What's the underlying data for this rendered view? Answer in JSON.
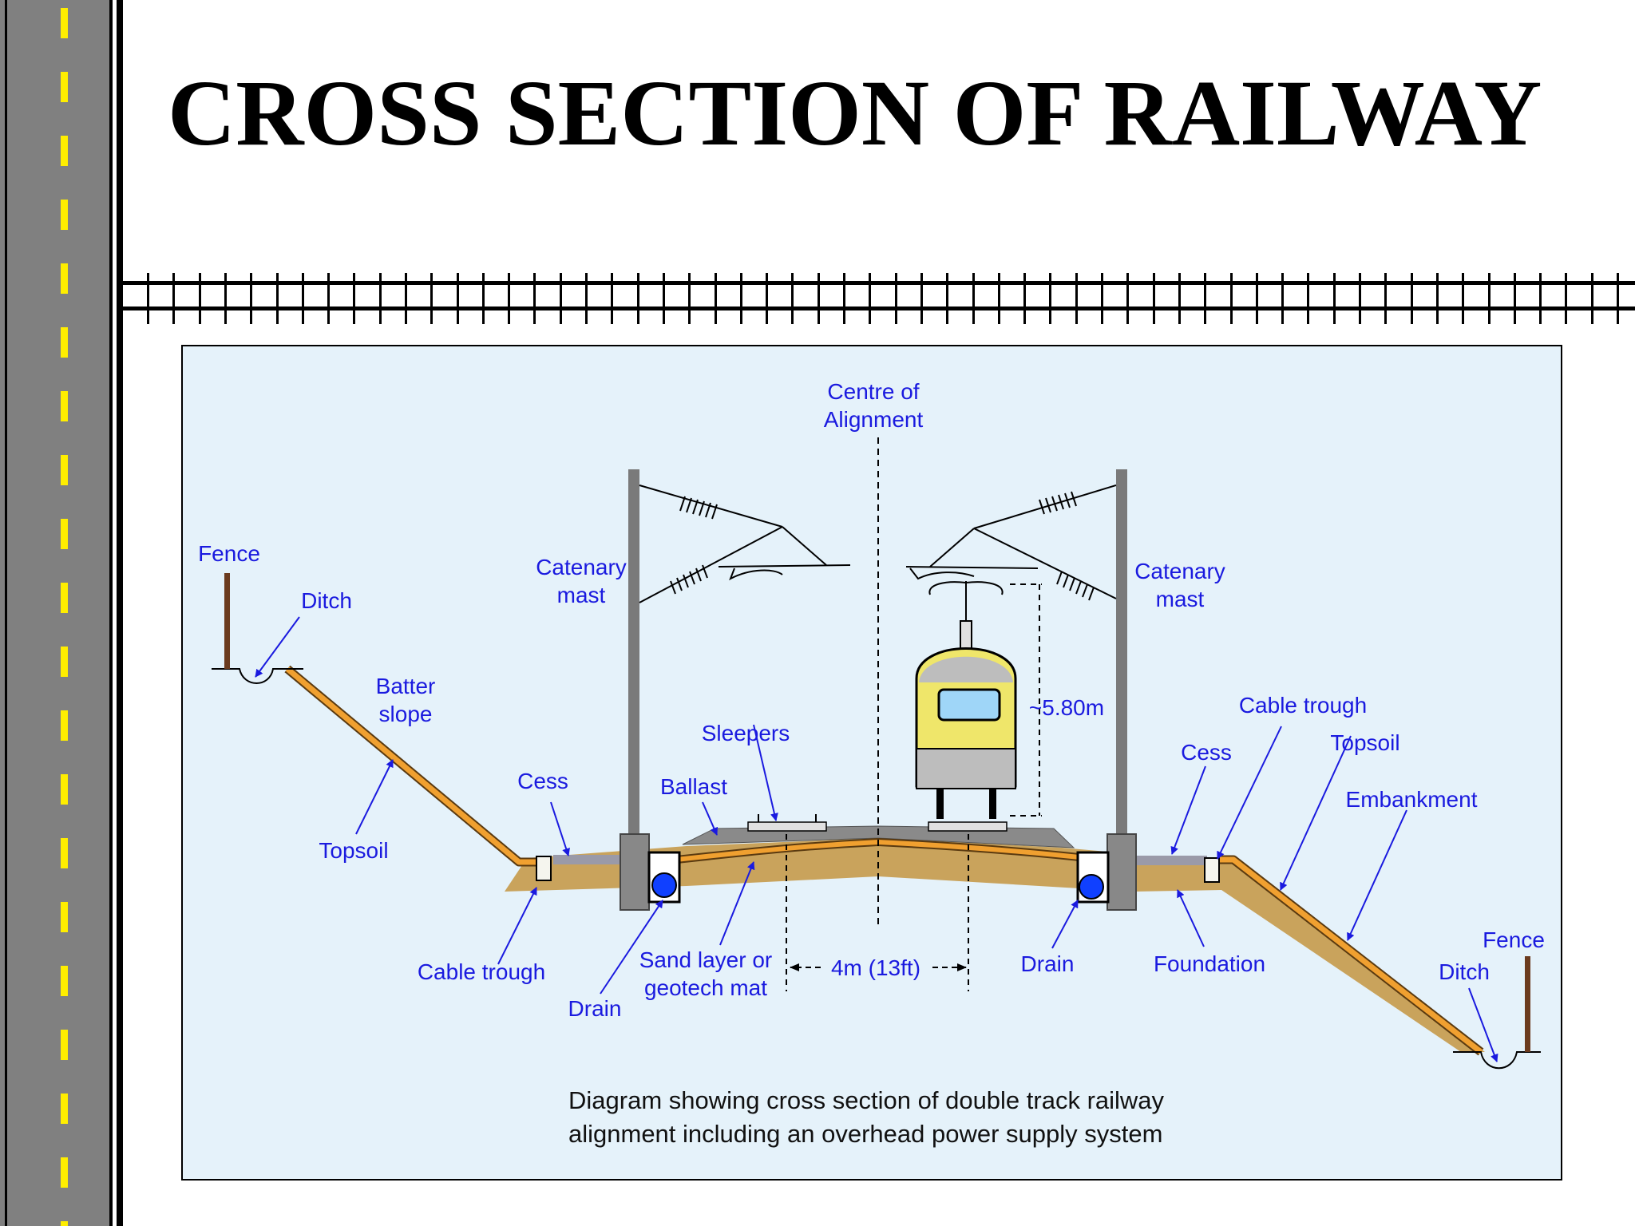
{
  "slide": {
    "title": "CROSS SECTION OF RAILWAY"
  },
  "colors": {
    "road": "#808080",
    "road_dash": "#ffee00",
    "panel_bg": "#e5f2fa",
    "label": "#1a1adf",
    "embankment": "#c9a35c",
    "topsoil": "#f0a030",
    "ballast": "#808080",
    "train": "#efe66a",
    "drain": "#1040ff",
    "fence": "#6b3b1e"
  },
  "diagram": {
    "centre_alignment": "Centre of\nAlignment",
    "left": {
      "fence": "Fence",
      "ditch": "Ditch",
      "batter_slope": "Batter\nslope",
      "topsoil": "Topsoil",
      "cess": "Cess",
      "cable_trough": "Cable trough",
      "catenary_mast": "Catenary\nmast",
      "drain": "Drain"
    },
    "centre": {
      "sleepers": "Sleepers",
      "ballast": "Ballast",
      "sand_layer": "Sand layer or\ngeotech mat",
      "height": "~5.80m",
      "spacing": "4m (13ft)"
    },
    "right": {
      "catenary_mast": "Catenary\nmast",
      "cable_trough": "Cable trough",
      "cess": "Cess",
      "topsoil": "Topsoil",
      "embankment": "Embankment",
      "drain": "Drain",
      "foundation": "Foundation",
      "fence": "Fence",
      "ditch": "Ditch"
    },
    "caption": "Diagram showing cross section of double track railway\nalignment including an overhead power supply system"
  }
}
